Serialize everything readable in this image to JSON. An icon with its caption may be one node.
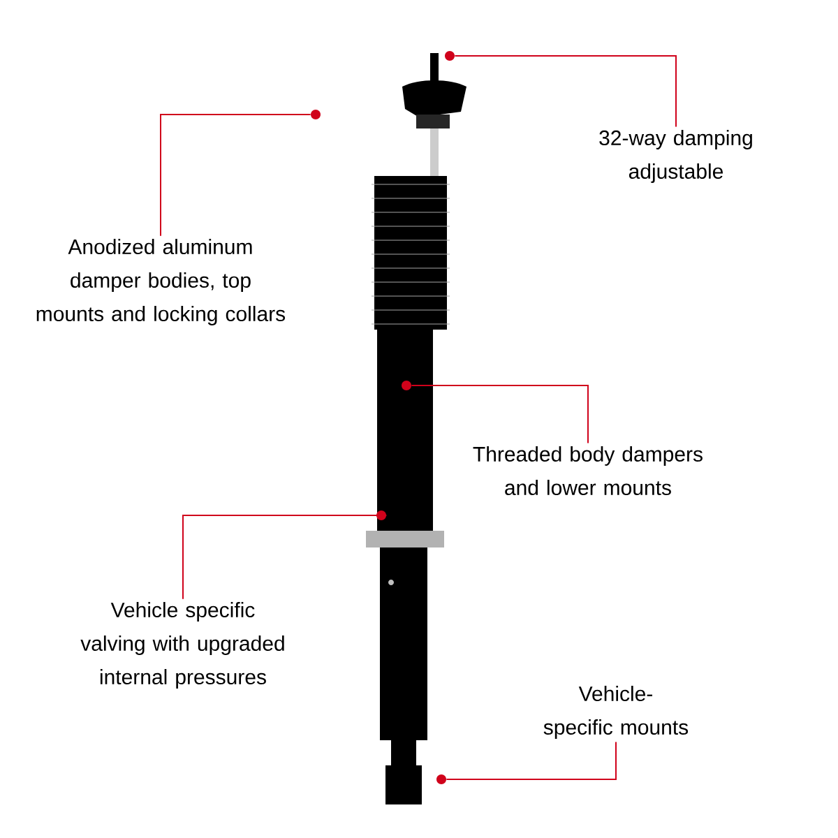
{
  "diagram": {
    "nodes": [
      {
        "text": [
          "32-way damping adjustable"
        ]
      },
      {
        "text": [
          "Anodized aluminum damper bodies, top mounts and locking collars"
        ]
      },
      {
        "text": [
          "Threaded body dampers and lower mounts"
        ]
      },
      {
        "text": [
          "Vehicle specific valving with upgraded internal pressures"
        ]
      },
      {
        "text": [
          "Vehicle-specific mounts"
        ]
      },
      {
        "text": [],
        "shape": "circle"
      },
      {
        "text": [],
        "shape": "circle"
      },
      {
        "text": [],
        "shape": "circle"
      },
      {
        "text": [],
        "shape": "circle"
      },
      {
        "text": [],
        "shape": "circle"
      }
    ],
    "edges": [
      {
        "from": 0,
        "to": 5,
        "arrow": "none"
      },
      {
        "from": 1,
        "to": 6,
        "arrow": "none"
      },
      {
        "from": 2,
        "to": 7,
        "arrow": "none"
      },
      {
        "from": 3,
        "to": 8,
        "arrow": "none"
      },
      {
        "from": 4,
        "to": 9,
        "arrow": "none"
      }
    ]
  }
}
